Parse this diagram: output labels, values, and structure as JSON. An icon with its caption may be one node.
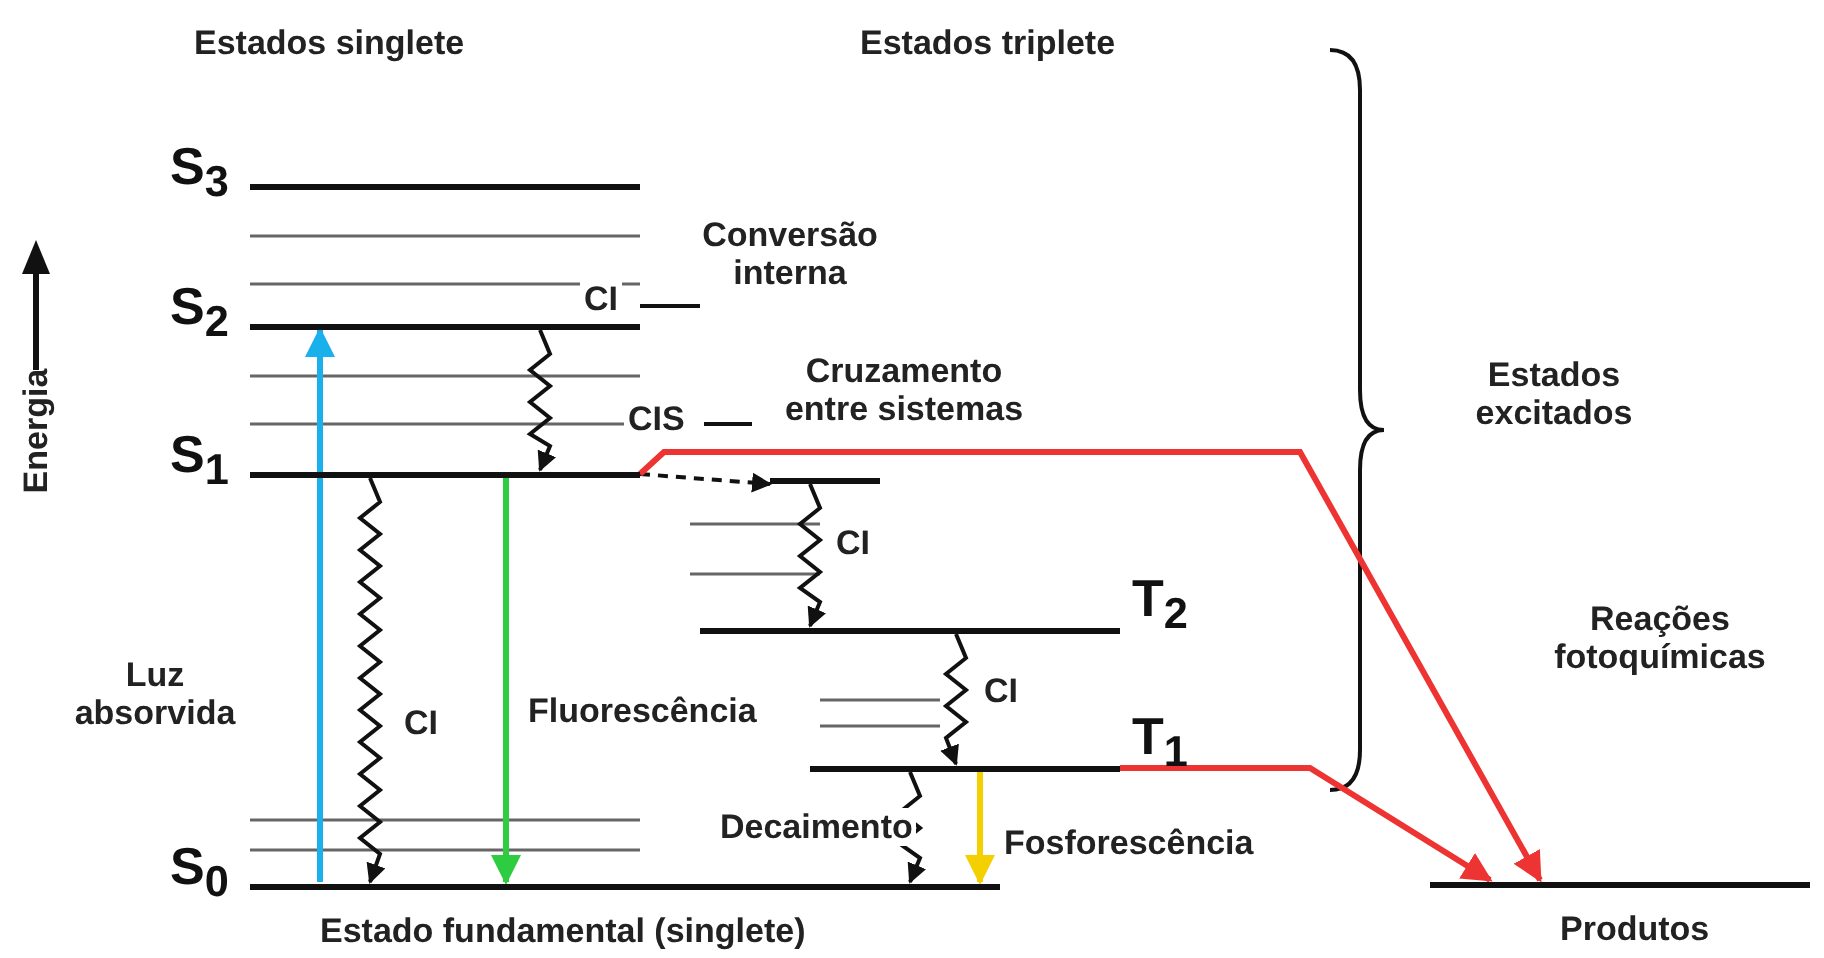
{
  "diagram": {
    "nodes": [
      {
        "text": [
          "S$_{3}$"
        ]
      },
      {
        "text": [
          "S$_{2}$"
        ]
      },
      {
        "text": [
          "S$_{1}$"
        ]
      },
      {
        "text": [
          "S$_{0}$"
        ]
      },
      {
        "text": [
          "T$_{2}$"
        ]
      },
      {
        "text": [
          "T$_{1}$"
        ]
      },
      {
        "text": [
          "Produtos"
        ]
      },
      {
        "text": [],
        "shape": "bar"
      }
    ],
    "edges": [
      {
        "from": 3,
        "to": 1,
        "arrow": "to",
        "color": "#1ab0ec",
        "label": "Luz absorvida"
      },
      {
        "from": 1,
        "to": 2,
        "arrow": "to",
        "label": "CI"
      },
      {
        "from": 2,
        "to": 3,
        "arrow": "to",
        "label": "CI"
      },
      {
        "from": 2,
        "to": 3,
        "arrow": "to",
        "color": "#2ecc40",
        "label": "Fluorescência"
      },
      {
        "from": 2,
        "to": 7,
        "arrow": "to",
        "style": "dashed",
        "label": "CIS"
      },
      {
        "from": 7,
        "to": 4,
        "arrow": "to",
        "label": "CI"
      },
      {
        "from": 4,
        "to": 5,
        "arrow": "to",
        "label": "CI"
      },
      {
        "from": 5,
        "to": 3,
        "arrow": "to",
        "label": "Decaimento"
      },
      {
        "from": 5,
        "to": 3,
        "arrow": "to",
        "color": "#f5d000",
        "label": "Fosforescência"
      },
      {
        "from": 2,
        "to": 6,
        "arrow": "to",
        "color": "#ee3333"
      },
      {
        "from": 5,
        "to": 6,
        "arrow": "to",
        "color": "#ee3333"
      }
    ],
    "labels": [
      "Estados singlete",
      "Estados triplete",
      "Energia",
      "Conversão interna",
      "Cruzamento entre sistemas",
      "Estados excitados",
      "Reações fotoquímicas",
      "Estado fundamental (singlete)"
    ]
  }
}
